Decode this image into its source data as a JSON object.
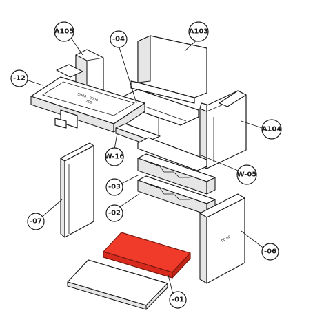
{
  "labels": {
    "a105": "A105",
    "a103": "A103",
    "p04": "-04",
    "p12": "-12",
    "a104": "A104",
    "w16": "W-16",
    "w05": "W-05",
    "p03": "-03",
    "p02": "-02",
    "p07": "-07",
    "p06": "-06",
    "p01": "-01"
  },
  "highlight": {
    "part": "-01",
    "color": "#f03a2a"
  }
}
